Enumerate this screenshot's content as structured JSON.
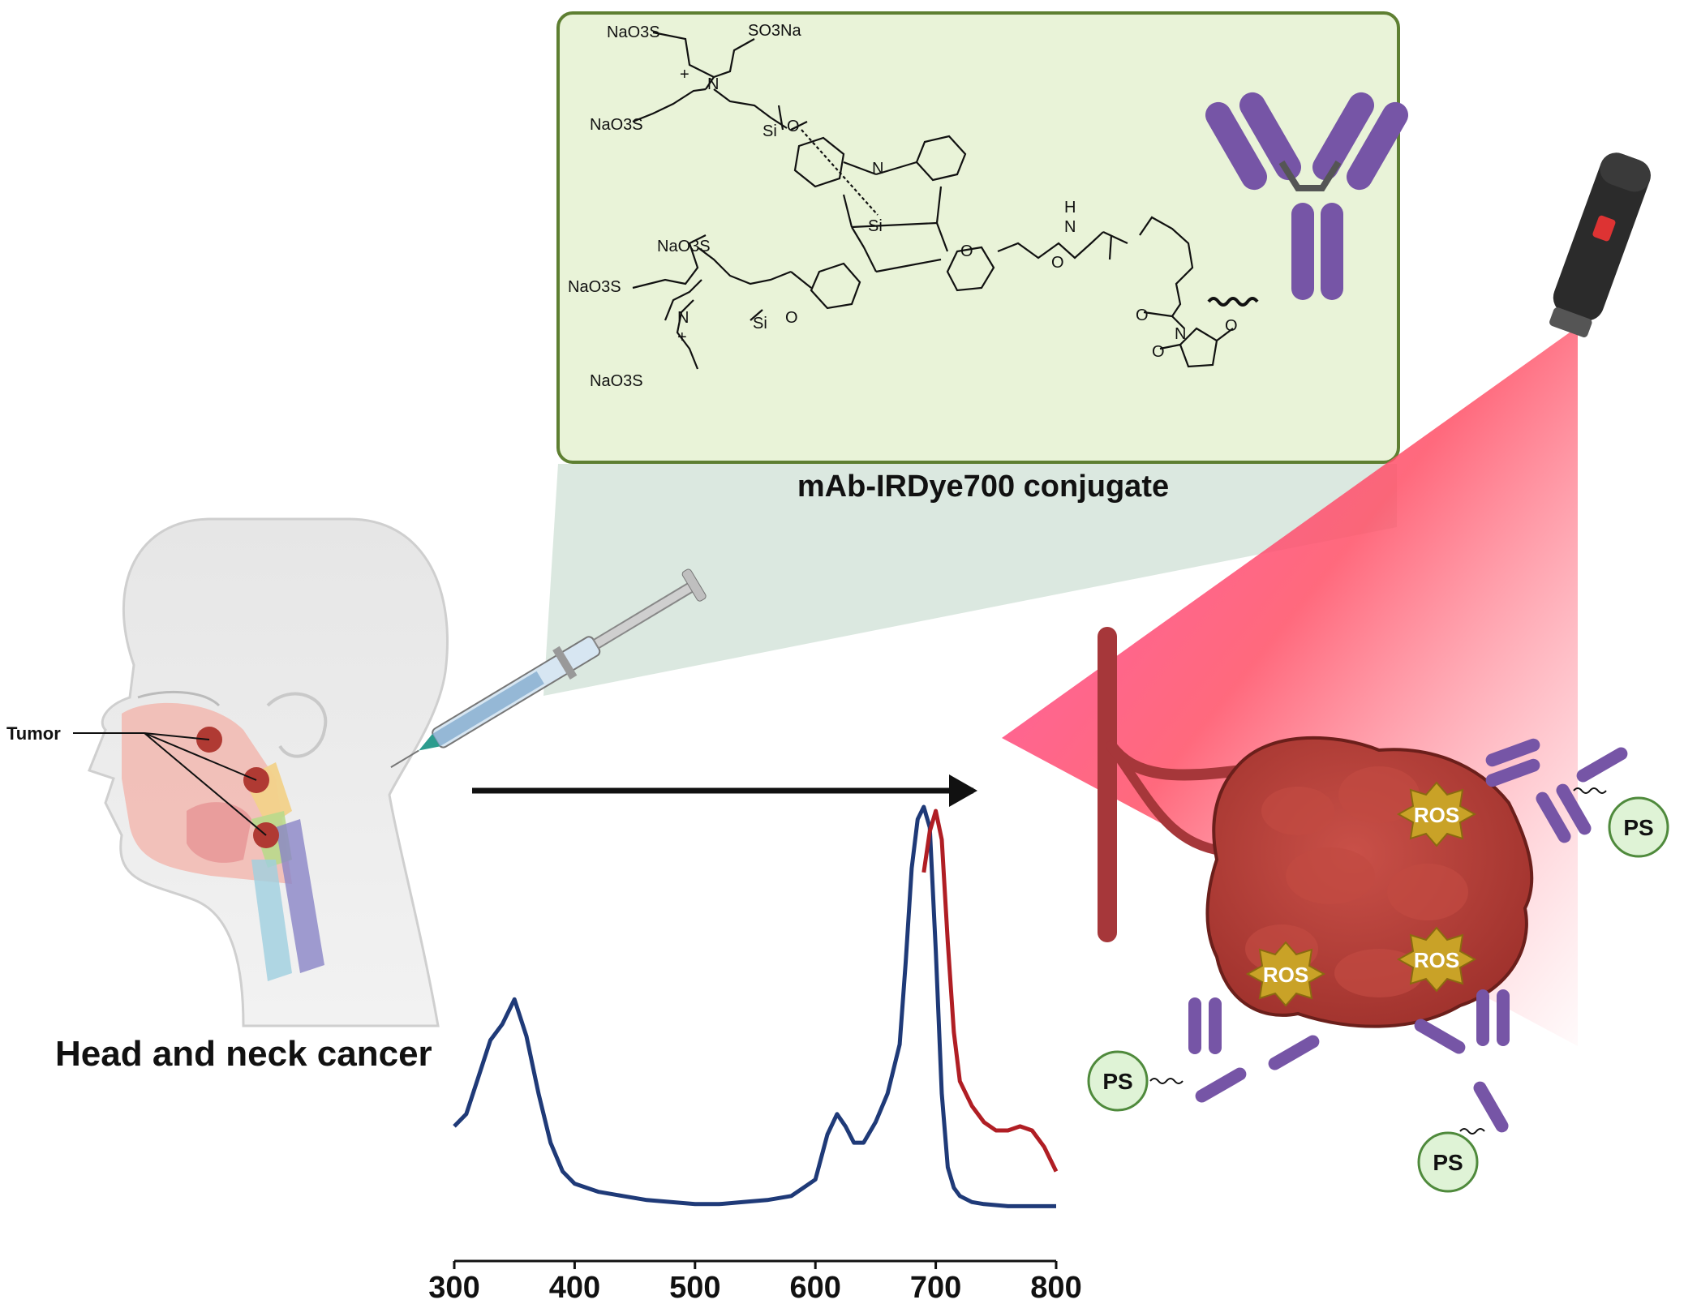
{
  "colors": {
    "structure_box_fill": "#e9f3d8",
    "structure_box_border": "#5e7f32",
    "antibody": "#7655a6",
    "laser_beam": "#ff4d6d",
    "tumor": "#b03a33",
    "ros_star": "#c9a227",
    "ps_circle": "#dff3d6",
    "absorption_curve": "#1f3a78",
    "emission_curve": "#b01e24",
    "vessel": "#a6373a"
  },
  "icons": [
    "syringe-icon",
    "laser-pointer-icon",
    "antibody-icon",
    "head-anatomy-icon",
    "tumor-icon",
    "blood-vessel-icon"
  ],
  "structure": {
    "caption": "mAb-IRDye700 conjugate",
    "atom_labels": {
      "naso3s_1": "NaO3S",
      "so3na": "SO3Na",
      "naso3s_2": "NaO3S",
      "naso3s_3": "NaO3S",
      "naso3s_4": "NaO3S",
      "naso3s_5": "NaO3S",
      "n_plus_top": "N",
      "n_plus_bottom": "N",
      "plus": "+",
      "si_top": "Si",
      "si_bottom": "Si",
      "si_center": "Si",
      "o_top": "O",
      "o_bottom": "O",
      "n_ring": "N",
      "o_linker": "O",
      "h": "H",
      "n_amide": "N",
      "o_carb": "O",
      "o_ester": "O",
      "n_nhs": "N",
      "o_nhs1": "O",
      "o_nhs2": "O"
    }
  },
  "patient": {
    "tumor_label": "Tumor",
    "caption": "Head and neck cancer"
  },
  "treatment": {
    "ros_labels": [
      "ROS",
      "ROS",
      "ROS"
    ],
    "ps_labels": [
      "PS",
      "PS",
      "PS",
      "PS"
    ]
  },
  "chart_data": {
    "type": "line",
    "title": "",
    "xlabel": "",
    "ylabel": "",
    "xlim": [
      300,
      800
    ],
    "xticks": [
      "300",
      "400",
      "500",
      "600",
      "700",
      "800"
    ],
    "series": [
      {
        "color": "#1f3a78",
        "x": [
          300,
          310,
          320,
          330,
          340,
          350,
          360,
          370,
          380,
          390,
          400,
          420,
          440,
          460,
          480,
          500,
          520,
          540,
          560,
          580,
          590,
          600,
          610,
          618,
          625,
          632,
          640,
          650,
          660,
          670,
          675,
          680,
          685,
          690,
          695,
          700,
          705,
          710,
          715,
          720,
          730,
          740,
          760,
          780,
          800
        ],
        "y": [
          0.22,
          0.25,
          0.34,
          0.43,
          0.47,
          0.53,
          0.44,
          0.3,
          0.18,
          0.11,
          0.08,
          0.06,
          0.05,
          0.04,
          0.035,
          0.03,
          0.03,
          0.035,
          0.04,
          0.05,
          0.07,
          0.09,
          0.2,
          0.25,
          0.22,
          0.18,
          0.18,
          0.23,
          0.3,
          0.42,
          0.62,
          0.85,
          0.97,
          1.0,
          0.95,
          0.65,
          0.3,
          0.12,
          0.07,
          0.05,
          0.035,
          0.03,
          0.025,
          0.025,
          0.025
        ]
      },
      {
        "color": "#b01e24",
        "x": [
          690,
          695,
          700,
          705,
          710,
          715,
          720,
          730,
          740,
          750,
          760,
          770,
          780,
          790,
          800
        ],
        "y": [
          0.84,
          0.94,
          0.99,
          0.92,
          0.67,
          0.45,
          0.33,
          0.27,
          0.23,
          0.21,
          0.21,
          0.22,
          0.21,
          0.17,
          0.11
        ]
      }
    ],
    "grid": false
  }
}
